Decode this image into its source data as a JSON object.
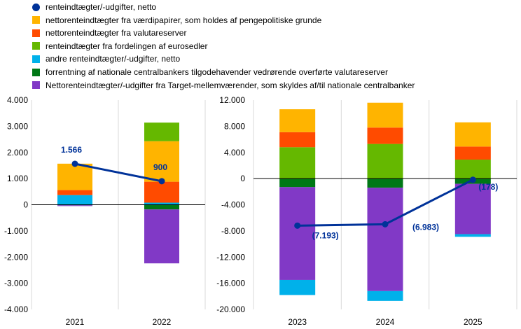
{
  "legend": [
    {
      "label": "renteindtægter/-udgifter, netto",
      "color": "#003299",
      "kind": "line"
    },
    {
      "label": "nettorenteindtægter fra værdipapirer, som holdes af pengepolitiske grunde",
      "color": "#FFB400",
      "kind": "bar"
    },
    {
      "label": "nettorenteindtægter fra valutareserver",
      "color": "#FF4B00",
      "kind": "bar"
    },
    {
      "label": "renteindtægter fra fordelingen af eurosedler",
      "color": "#65B800",
      "kind": "bar"
    },
    {
      "label": "andre renteindtægter/-udgifter, netto",
      "color": "#00B1EA",
      "kind": "bar"
    },
    {
      "label": "forrentning af nationale centralbankers tilgodehavender vedrørende overførte  valutareserver",
      "color": "#007816",
      "kind": "bar"
    },
    {
      "label": "Nettorenteindtægter/-udgifter fra Target-mellemværender, som skyldes af/til nationale centralbanker",
      "color": "#8139C6",
      "kind": "bar"
    }
  ],
  "chart_data": [
    {
      "type": "bar",
      "stacked": true,
      "categories": [
        "2021",
        "2022"
      ],
      "ylim": [
        -4000,
        4000
      ],
      "yticks": [
        "-4.000",
        "-3.000",
        "-2.000",
        "-1.000",
        "0",
        "1.000",
        "2.000",
        "3.000",
        "4.000"
      ],
      "ytick_values": [
        -4000,
        -3000,
        -2000,
        -1000,
        0,
        1000,
        2000,
        3000,
        4000
      ],
      "grid": "vertical-category-separators",
      "series": [
        {
          "name": "andre renteindtægter/-udgifter, netto",
          "color": "#00B1EA",
          "values": [
            370,
            80
          ]
        },
        {
          "name": "nettorenteindtægter fra valutareserver",
          "color": "#FF4B00",
          "values": [
            190,
            800
          ]
        },
        {
          "name": "nettorenteindtægter fra værdipapirer, som holdes af pengepolitiske grunde",
          "color": "#FFB400",
          "values": [
            1010,
            1550
          ]
        },
        {
          "name": "renteindtægter fra fordelingen af eurosedler",
          "color": "#65B800",
          "values": [
            0,
            710
          ]
        },
        {
          "name": "forrentning af nationale centralbankers tilgodehavender vedrørende overførte  valutareserver",
          "color": "#007816",
          "values": [
            -20,
            -180
          ]
        },
        {
          "name": "Nettorenteindtægter/-udgifter fra Target-mellemværender, som skyldes af/til nationale centralbanker",
          "color": "#8139C6",
          "values": [
            -30,
            -2060
          ]
        }
      ],
      "net_line": {
        "name": "renteindtægter/-udgifter, netto",
        "color": "#003299",
        "values": [
          1566,
          900
        ],
        "labels": [
          "1.566",
          "900"
        ]
      }
    },
    {
      "type": "bar",
      "stacked": true,
      "categories": [
        "2023",
        "2024",
        "2025"
      ],
      "ylim": [
        -20000,
        12000
      ],
      "yticks": [
        "-20.000",
        "-16.000",
        "-12.000",
        "-8.000",
        "-4.000",
        "0",
        "4.000",
        "8.000",
        "12.000"
      ],
      "ytick_values": [
        -20000,
        -16000,
        -12000,
        -8000,
        -4000,
        0,
        4000,
        8000,
        12000
      ],
      "grid": "vertical-category-separators",
      "series": [
        {
          "name": "renteindtægter fra fordelingen af eurosedler",
          "color": "#65B800",
          "values": [
            4800,
            5300,
            2900
          ]
        },
        {
          "name": "nettorenteindtægter fra valutareserver",
          "color": "#FF4B00",
          "values": [
            2300,
            2500,
            2000
          ]
        },
        {
          "name": "nettorenteindtægter fra værdipapirer, som holdes af pengepolitiske grunde",
          "color": "#FFB400",
          "values": [
            3500,
            3800,
            3700
          ]
        },
        {
          "name": "forrentning af nationale centralbankers tilgodehavender vedrørende overførte  valutareserver",
          "color": "#007816",
          "values": [
            -1300,
            -1400,
            -800
          ]
        },
        {
          "name": "Nettorenteindtægter/-udgifter fra Target-mellemværender, som skyldes af/til nationale centralbanker",
          "color": "#8139C6",
          "values": [
            -14200,
            -15800,
            -7700
          ]
        },
        {
          "name": "andre renteindtægter/-udgifter, netto",
          "color": "#00B1EA",
          "values": [
            -2300,
            -1500,
            -400
          ]
        }
      ],
      "net_line": {
        "name": "renteindtægter/-udgifter, netto",
        "color": "#003299",
        "values": [
          -7193,
          -6983,
          -178
        ],
        "labels": [
          "(7.193)",
          "(6.983)",
          "(178)"
        ]
      }
    }
  ]
}
